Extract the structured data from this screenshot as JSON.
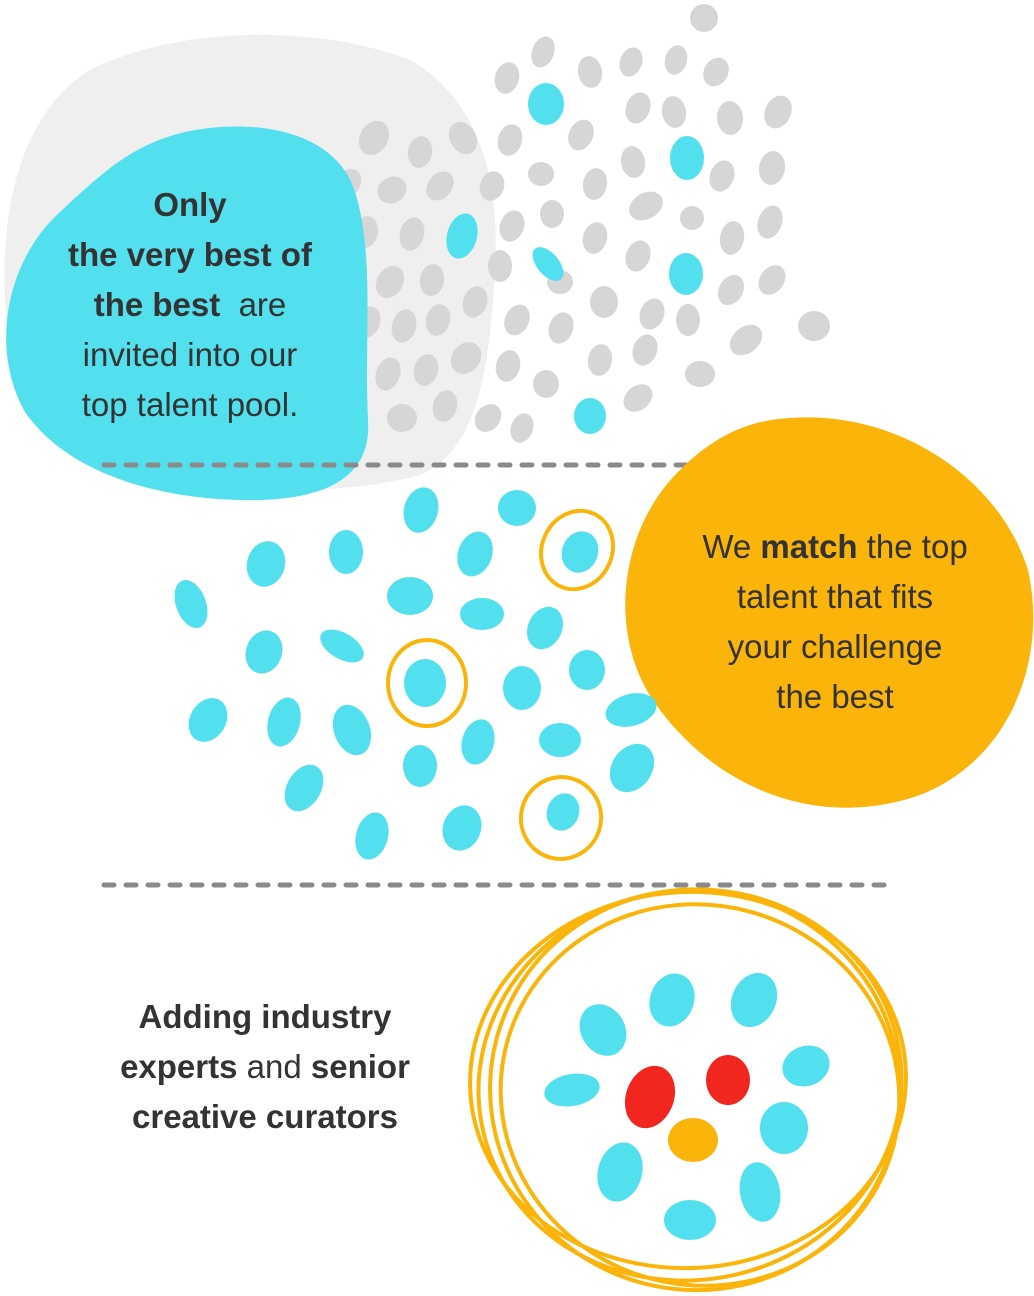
{
  "section1": {
    "line1": "Only",
    "line2": "the very best of",
    "line3_bold": "the best",
    "line3_rest": "  are",
    "line4": "invited into our",
    "line5": "top talent pool."
  },
  "section2": {
    "l1_pre": "We ",
    "l1_bold": "match",
    "l1_post": " the top",
    "line2": "talent that fits",
    "line3": "your challenge",
    "line4": "the best"
  },
  "section3": {
    "line1": "Adding industry",
    "l2_bold1": "experts",
    "l2_mid": " and ",
    "l2_bold2": "senior",
    "line3": "creative curators"
  },
  "colors": {
    "cyan": "#52e0ee",
    "cyan_dark": "#3fcfe0",
    "yellow": "#fbb40a",
    "gray_light": "#eeeeee",
    "gray_dot": "#d6d6d6",
    "red": "#f0261f",
    "divider": "#8a8a8a",
    "text": "#333333"
  }
}
